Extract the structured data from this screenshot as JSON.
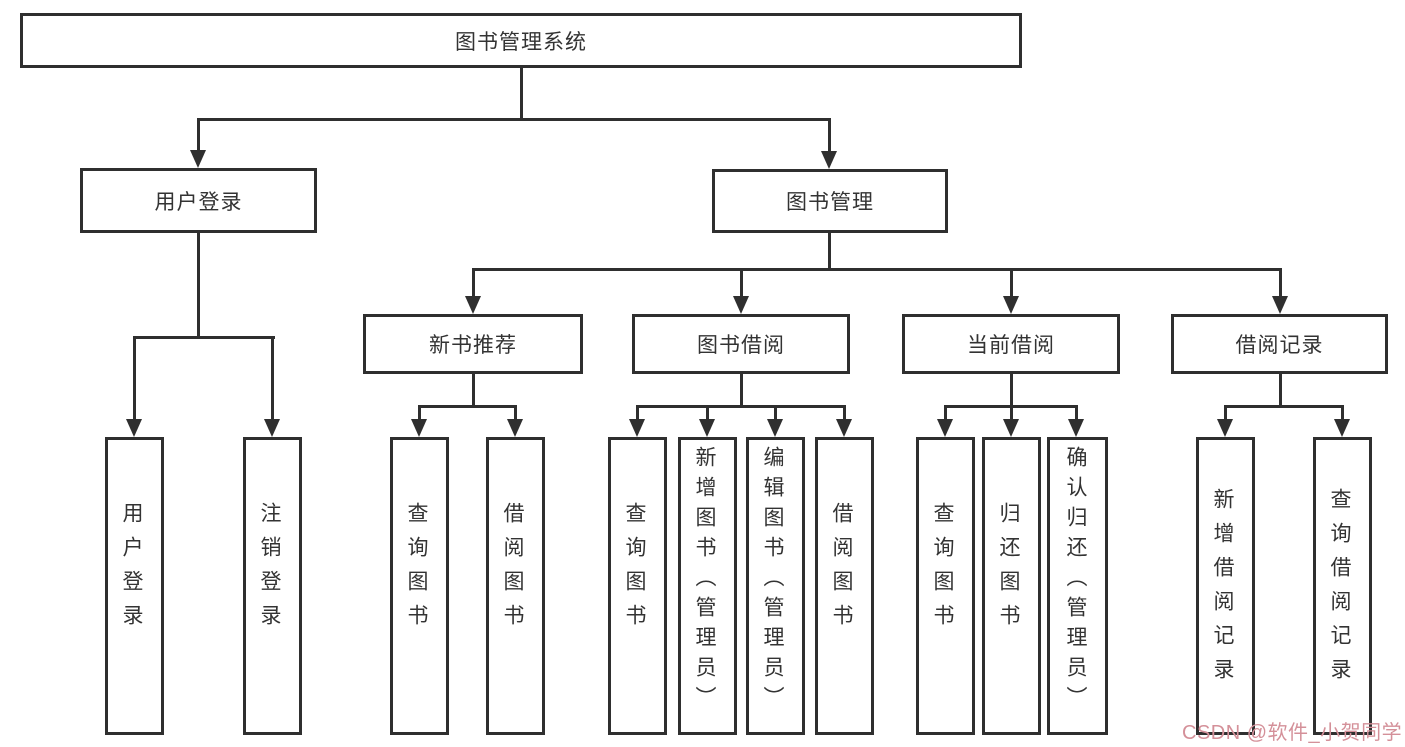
{
  "palette": {
    "line_color": "#2f2f2f",
    "box_background": "#ffffff",
    "text_color": "#333333",
    "watermark_color": "#d49099"
  },
  "tree": {
    "label": "图书管理系统",
    "children": [
      {
        "label": "用户登录",
        "children": [
          {
            "label": "用户登录"
          },
          {
            "label": "注销登录"
          }
        ]
      },
      {
        "label": "图书管理",
        "children": [
          {
            "label": "新书推荐",
            "children": [
              {
                "label": "查询图书"
              },
              {
                "label": "借阅图书"
              }
            ]
          },
          {
            "label": "图书借阅",
            "children": [
              {
                "label": "查询图书"
              },
              {
                "label": "新增图书（管理员）"
              },
              {
                "label": "编辑图书（管理员）"
              },
              {
                "label": "借阅图书"
              }
            ]
          },
          {
            "label": "当前借阅",
            "children": [
              {
                "label": "查询图书"
              },
              {
                "label": "归还图书"
              },
              {
                "label": "确认归还（管理员）"
              }
            ]
          },
          {
            "label": "借阅记录",
            "children": [
              {
                "label": "新增借阅记录"
              },
              {
                "label": "查询借阅记录"
              }
            ]
          }
        ]
      }
    ]
  },
  "watermark": {
    "text": "CSDN @软件_小贺同学"
  }
}
